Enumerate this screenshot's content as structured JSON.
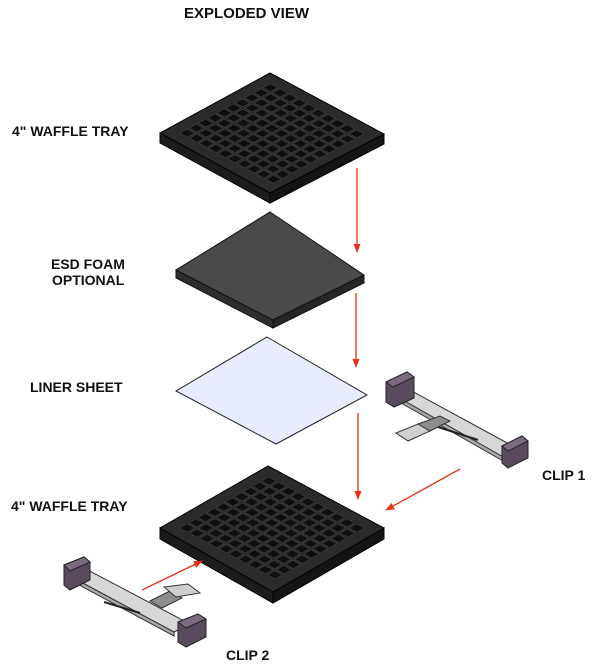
{
  "title": "EXPLODED VIEW",
  "labels": {
    "top_tray": "4\" WAFFLE TRAY",
    "esd_foam_line1": "ESD FOAM",
    "esd_foam_line2": "OPTIONAL",
    "liner_sheet": "LINER SHEET",
    "bottom_tray": "4\" WAFFLE TRAY",
    "clip_1": "CLIP 1",
    "clip_2": "CLIP 2"
  },
  "colors": {
    "tray_body": "#2b2b2b",
    "tray_pocket": "#0f0f0f",
    "foam": "#4a4a4a",
    "liner": "#e8ecff",
    "clip_body": "#d7d7d7",
    "clip_end": "#5a4a5e",
    "arrow": "#e8311a"
  },
  "waffle_grid": {
    "rows": 10,
    "cols": 10
  }
}
